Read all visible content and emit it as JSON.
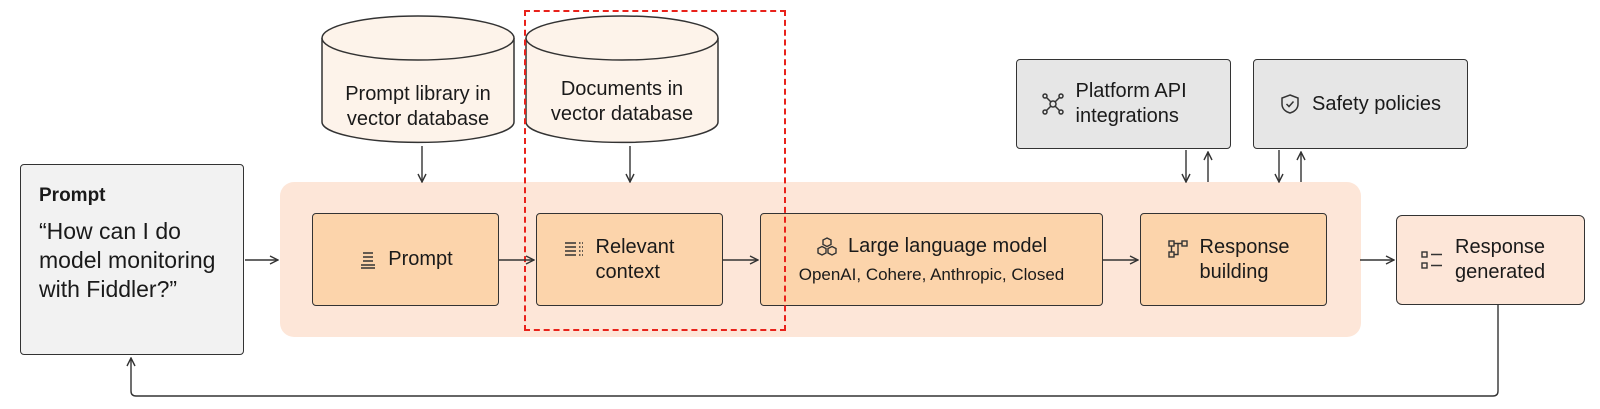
{
  "prompt": {
    "title": "Prompt",
    "question": "“How can I do model monitoring with Fiddler?”"
  },
  "databases": {
    "prompt_library": "Prompt library in vector database",
    "documents": "Documents in vector database"
  },
  "pipeline": {
    "prompt_step": "Prompt",
    "context_step": "Relevant context",
    "llm_title": "Large language model",
    "llm_providers": "OpenAI, Cohere, Anthropic, Closed",
    "response_building": "Response building",
    "response_generated": "Response generated"
  },
  "services": {
    "api": "Platform API integrations",
    "safety": "Safety policies"
  },
  "colors": {
    "node_fill": "#fcd4ab",
    "band_fill": "#fde6d8",
    "highlight": "#e8221b",
    "service_fill": "#e6e6e6"
  },
  "icons": [
    "document-lines-icon",
    "list-icon",
    "cubes-icon",
    "flow-icon",
    "network-icon",
    "shield-icon",
    "checklist-icon"
  ]
}
